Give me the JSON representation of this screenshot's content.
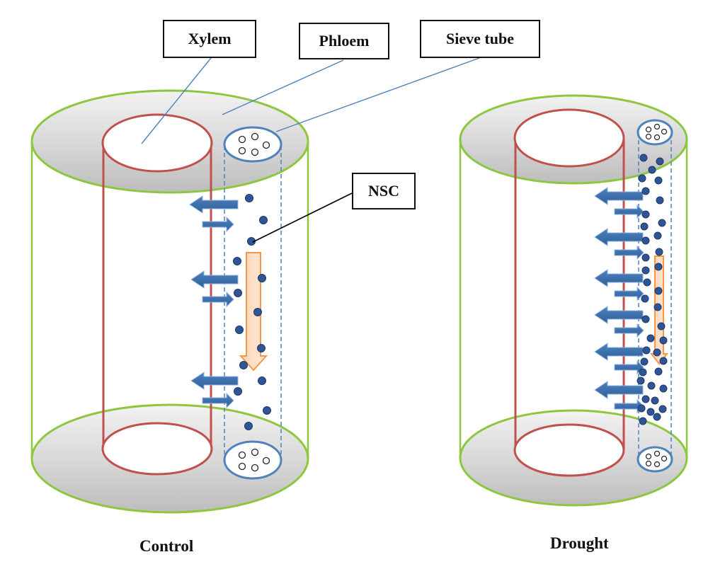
{
  "labels": {
    "xylem": "Xylem",
    "phloem": "Phloem",
    "sieve_tube": "Sieve tube",
    "nsc": "NSC"
  },
  "captions": {
    "control": "Control",
    "drought": "Drought"
  },
  "colors": {
    "cylinder_outline": "#8dc63f",
    "xylem_outline": "#c0504d",
    "sieve_outline": "#4f81bd",
    "nsc_particle": "#2f5597",
    "flow_arrow": "#f79646",
    "lateral_arrow": "#2e5f99"
  }
}
